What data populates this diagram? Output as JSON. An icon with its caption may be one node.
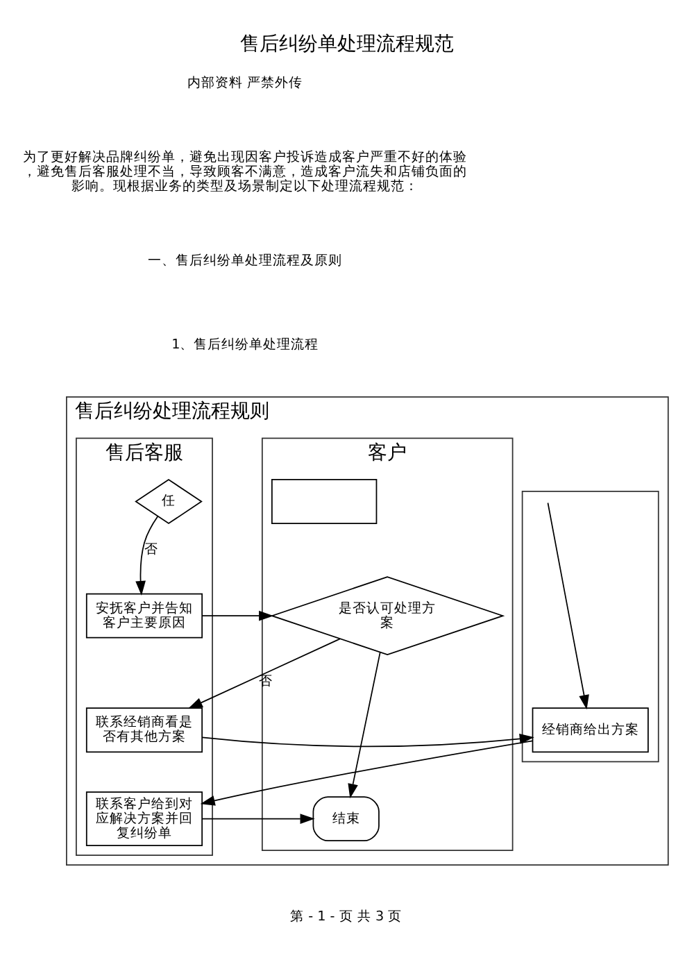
{
  "diagram": {
    "title": "售后纠纷单处理流程规范",
    "nodes": [
      {
        "text": [
          "售后纠纷处理流程规则"
        ]
      },
      {
        "text": [
          "客户"
        ],
        "in": 0
      },
      {
        "text": [
          "售后客服"
        ],
        "in": 0
      },
      {
        "text": [],
        "shape": "box",
        "in": 0
      },
      {
        "text": [],
        "shape": "box",
        "in": 1
      },
      {
        "text": [
          "任"
        ],
        "in": 2
      },
      {
        "text": [
          "安抚客户并告知客户主要原因"
        ],
        "in": 2
      },
      {
        "text": [
          "是否认可处理方案"
        ],
        "in": 1
      },
      {
        "text": [
          "联系经销商看是否有其他方案"
        ],
        "in": 2
      },
      {
        "text": [
          "经销商给出方案"
        ],
        "in": 3
      },
      {
        "text": [
          "联系客户给到对应解决方案并回复纠纷单"
        ],
        "in": 2
      },
      {
        "text": [
          "结束"
        ],
        "in": 1
      }
    ],
    "edges": [
      {
        "from": 5,
        "to": 6,
        "arrow": "to",
        "label": "否"
      },
      {
        "from": 6,
        "to": 7,
        "arrow": "to"
      },
      {
        "from": 7,
        "to": 8,
        "arrow": "to",
        "label": "否"
      },
      {
        "from": 8,
        "to": 9,
        "arrow": "to"
      },
      {
        "from": null,
        "to": 9,
        "arrow": "to"
      },
      {
        "from": 9,
        "to": 10,
        "arrow": "to"
      },
      {
        "from": 10,
        "to": 11,
        "arrow": "to"
      },
      {
        "from": 7,
        "to": 11,
        "arrow": "to"
      }
    ],
    "labels": [
      "内部资料 严禁外传",
      "为了更好解决品牌纠纷单，避免出现因客户投诉造成客户严重不好的体验，避免售后客服处理不当，导致顾客不满意，造成客户流失和店铺负面的影响。现根据业务的类型及场景制定以下处理流程规范：",
      "一、售后纠纷单处理流程及原则",
      "1、售后纠纷单处理流程",
      "第 - 1 - 页 共 3 页"
    ]
  }
}
